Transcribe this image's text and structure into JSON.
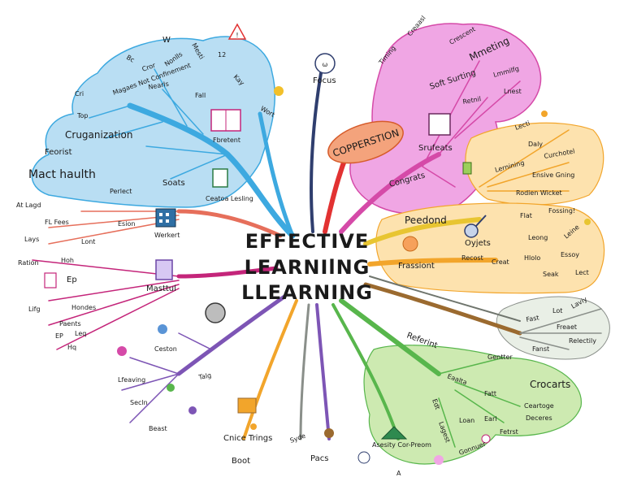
{
  "center": {
    "line1": "EFFECTIVE",
    "line2": "LEARNIlNG",
    "line3": "LLEARNING"
  },
  "colors": {
    "blue": "#3da9e0",
    "blue_fill": "#b9def3",
    "pink": "#d54aa8",
    "pink_fill": "#f0a6e4",
    "orange": "#f2a52b",
    "orange_fill": "#fde2ae",
    "yellow": "#e8c531",
    "green": "#58b64c",
    "green_fill": "#cdeab1",
    "red": "#e23232",
    "purple": "#7d55b5",
    "magenta": "#c4257a",
    "brown": "#9b6a2f",
    "salmon": "#e66f5b",
    "gray": "#8a8f8a"
  },
  "labels": {
    "focus": "Focus",
    "cooperation": "COPPERSTION",
    "surfeats": "Srufeats",
    "congrats": "Congrats",
    "timing": "Timing",
    "canvas": "Creaasl",
    "crescent": "Crescent",
    "marketing": "Mmeting",
    "soft_sorting": "Soft Surting",
    "learning_p": "Lmmilfg",
    "retail": "Retnil",
    "least": "Lnest",
    "teach": "Lecti",
    "daily": "Daly",
    "curchotel": "Curchotel",
    "learning_o": "Lernining",
    "erasive": "Ensive Gning",
    "rodien": "Rodien Wicket",
    "peedond": "Peedond",
    "objects": "Oyjets",
    "flat": "Flat",
    "fossing": "Fossing!",
    "leong": "Leong",
    "leine": "Leine",
    "frassiont": "Frassiont",
    "recost": "Recost",
    "creat": "Creat",
    "hlolo": "Hlolo",
    "essoy": "Essoy",
    "seak": "Seak",
    "lect": "Lect",
    "fast": "Fast",
    "lot": "Lot",
    "laviy": "Laviy",
    "freaet": "Freaet",
    "relectily": "Relectily",
    "fanst": "Fanst",
    "referint": "Referint",
    "gentter": "Gentter",
    "eaalta": "Eaalta",
    "fatt": "Fatt",
    "crocarts": "Crocarts",
    "ceartoge": "Ceartoge",
    "deceres": "Deceres",
    "loan": "Loan",
    "earl": "Earl",
    "fetrst": "Fetrst",
    "edt": "Edt",
    "lagest": "Lagest",
    "gonnuer": "Gonnuer",
    "asesit": "Asesity Cor-Preom",
    "a_label": "A",
    "pacs": "Pacs",
    "syde": "Syde",
    "choice": "Cnice Trings",
    "boot": "Boot",
    "talg": "Talg",
    "lfeaving": "Lfeaving",
    "secln": "Secln",
    "beast": "Beast",
    "ceston": "Ceston",
    "mastful": "Masttul",
    "ration": "Ration",
    "hoh": "Hoh",
    "ep": "Ep",
    "lifg": "Lifg",
    "hondes": "Hondes",
    "paents": "Paents",
    "ep2": "EP",
    "leq": "Leq",
    "hq": "Hq",
    "esion": "Esion",
    "werkert": "Werkert",
    "fl_fees": "FL Fees",
    "lays": "Lays",
    "lont": "Lont",
    "at_lagd": "At Lagd",
    "mact_health": "Mact haulth",
    "perlect": "Perlect",
    "soats": "Soats",
    "ceatoa": "Ceatoa Lesling",
    "feorist": "Feorist",
    "cruganization": "Cruganization",
    "top": "Top",
    "cr": "Cri",
    "magaes": "Magaes Not Confinement",
    "fbretent": "Fbretent",
    "w": "W",
    "mest": "Mesti",
    "nonlls": "Nonlls",
    "neals": "Nearls",
    "fall": "Fall",
    "kay": "Kay",
    "num12": "12",
    "cror": "Cror",
    "wort": "Wort",
    "bc": "Bc"
  }
}
